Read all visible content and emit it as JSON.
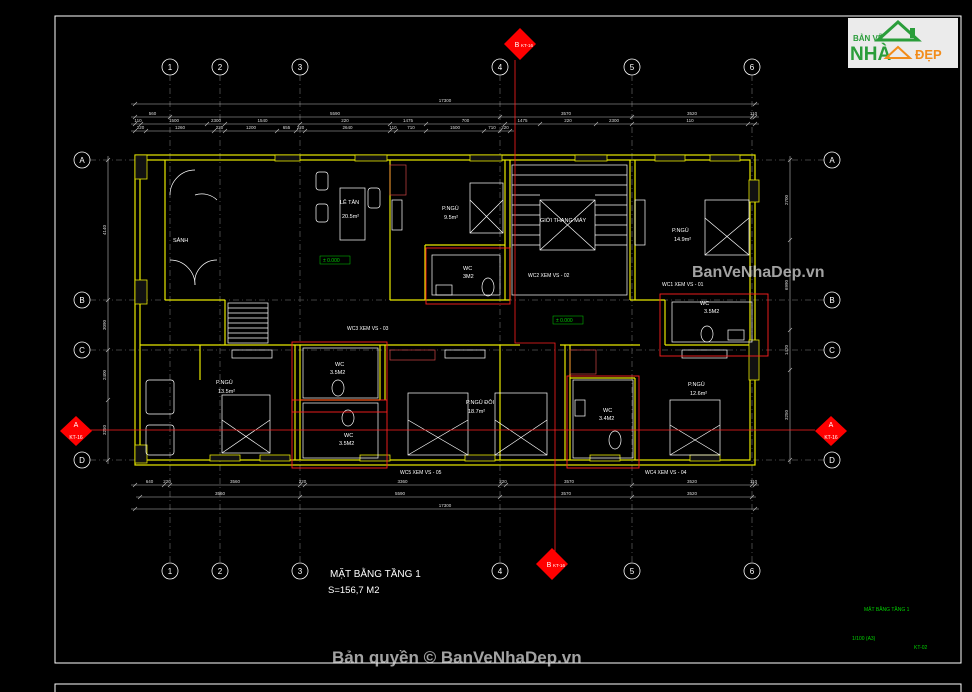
{
  "drawing": {
    "title": "MẶT BẰNG TẦNG 1",
    "area": "S=156,7 M2",
    "titleblock_name": "MẶT BẰNG TẦNG 1",
    "titleblock_scale": "1/100  (A3)",
    "titleblock_sheet": "KT-02"
  },
  "logo": {
    "line1": "BẢN VẼ",
    "line2": "NHÀ",
    "line3": "ĐẸP"
  },
  "watermarks": {
    "right": "BanVeNhaDep.vn",
    "bottom": "Bản quyền © BanVeNhaDep.vn"
  },
  "grid": {
    "columns": [
      "1",
      "2",
      "3",
      "4",
      "5",
      "6"
    ],
    "rows": [
      "A",
      "B",
      "C",
      "D"
    ]
  },
  "section_marks": {
    "left": {
      "letter": "A",
      "ref": "KT-16"
    },
    "right": {
      "letter": "A",
      "ref": "KT-16"
    },
    "top": {
      "letter": "B",
      "ref": "KT-16"
    },
    "bottom": {
      "letter": "B",
      "ref": "KT-16"
    }
  },
  "dims": {
    "top_total": "17300",
    "top_row2": [
      "560",
      "5590",
      "3570",
      "3520",
      "110"
    ],
    "top_row3": [
      "110",
      "1500",
      "2300",
      "1540",
      "220",
      "1475",
      "700",
      "1475",
      "220",
      "2300",
      "110"
    ],
    "top_row4": [
      "220",
      "1260",
      "220",
      "1200",
      "655",
      "220",
      "2640",
      "110",
      "710",
      "1500",
      "710",
      "220"
    ],
    "bottom_row1": [
      "640",
      "220",
      "3560",
      "220",
      "3360",
      "220",
      "3570",
      "3520",
      "110"
    ],
    "bottom_row2": [
      "3560",
      "5590",
      "3570",
      "3520"
    ],
    "bottom_total": "17300",
    "left_outer": [
      "4140",
      "3090",
      "2400",
      "3250"
    ],
    "right_outer": [
      "2700",
      "6990",
      "1420",
      "3250"
    ]
  },
  "rooms": [
    {
      "name": "SẢNH",
      "area": ""
    },
    {
      "name": "LỄ TÂN",
      "area": "20.5m²"
    },
    {
      "name": "P.NGỦ",
      "area": "9.5m²"
    },
    {
      "name": "GIỚI THANG MÁY",
      "area": ""
    },
    {
      "name": "P.NGỦ",
      "area": "14.9m²"
    },
    {
      "name": "WC",
      "area": "3M2"
    },
    {
      "name": "WC",
      "area": "3.5M2"
    },
    {
      "name": "P.NGỦ",
      "area": "13.5m²"
    },
    {
      "name": "WC",
      "area": "3.5M2"
    },
    {
      "name": "WC",
      "area": "3.5M2"
    },
    {
      "name": "P.NGỦ ĐÔI",
      "area": "18.7m²"
    },
    {
      "name": "P.NGỦ",
      "area": "12.6m²"
    },
    {
      "name": "WC",
      "area": "3.4M2"
    }
  ],
  "callouts": {
    "wc1": "WC1 XEM VS - 01",
    "wc2": "WC2 XEM VS - 02",
    "wc3": "WC3 XEM VS - 03",
    "wc4": "WC4 XEM VS - 04",
    "wc5": "WC5 XEM VS - 05",
    "level1": "± 0.000",
    "level2": "± 0.000"
  },
  "colors": {
    "background": "#000000",
    "frame": "#ffffff",
    "grid_line": "#555555",
    "wall": "#e8e800",
    "furniture": "#ffffff",
    "dimension": "#d0d0d0",
    "callout": "#ff2020",
    "green_text": "#00d000",
    "section_mark": "#ff0000"
  }
}
